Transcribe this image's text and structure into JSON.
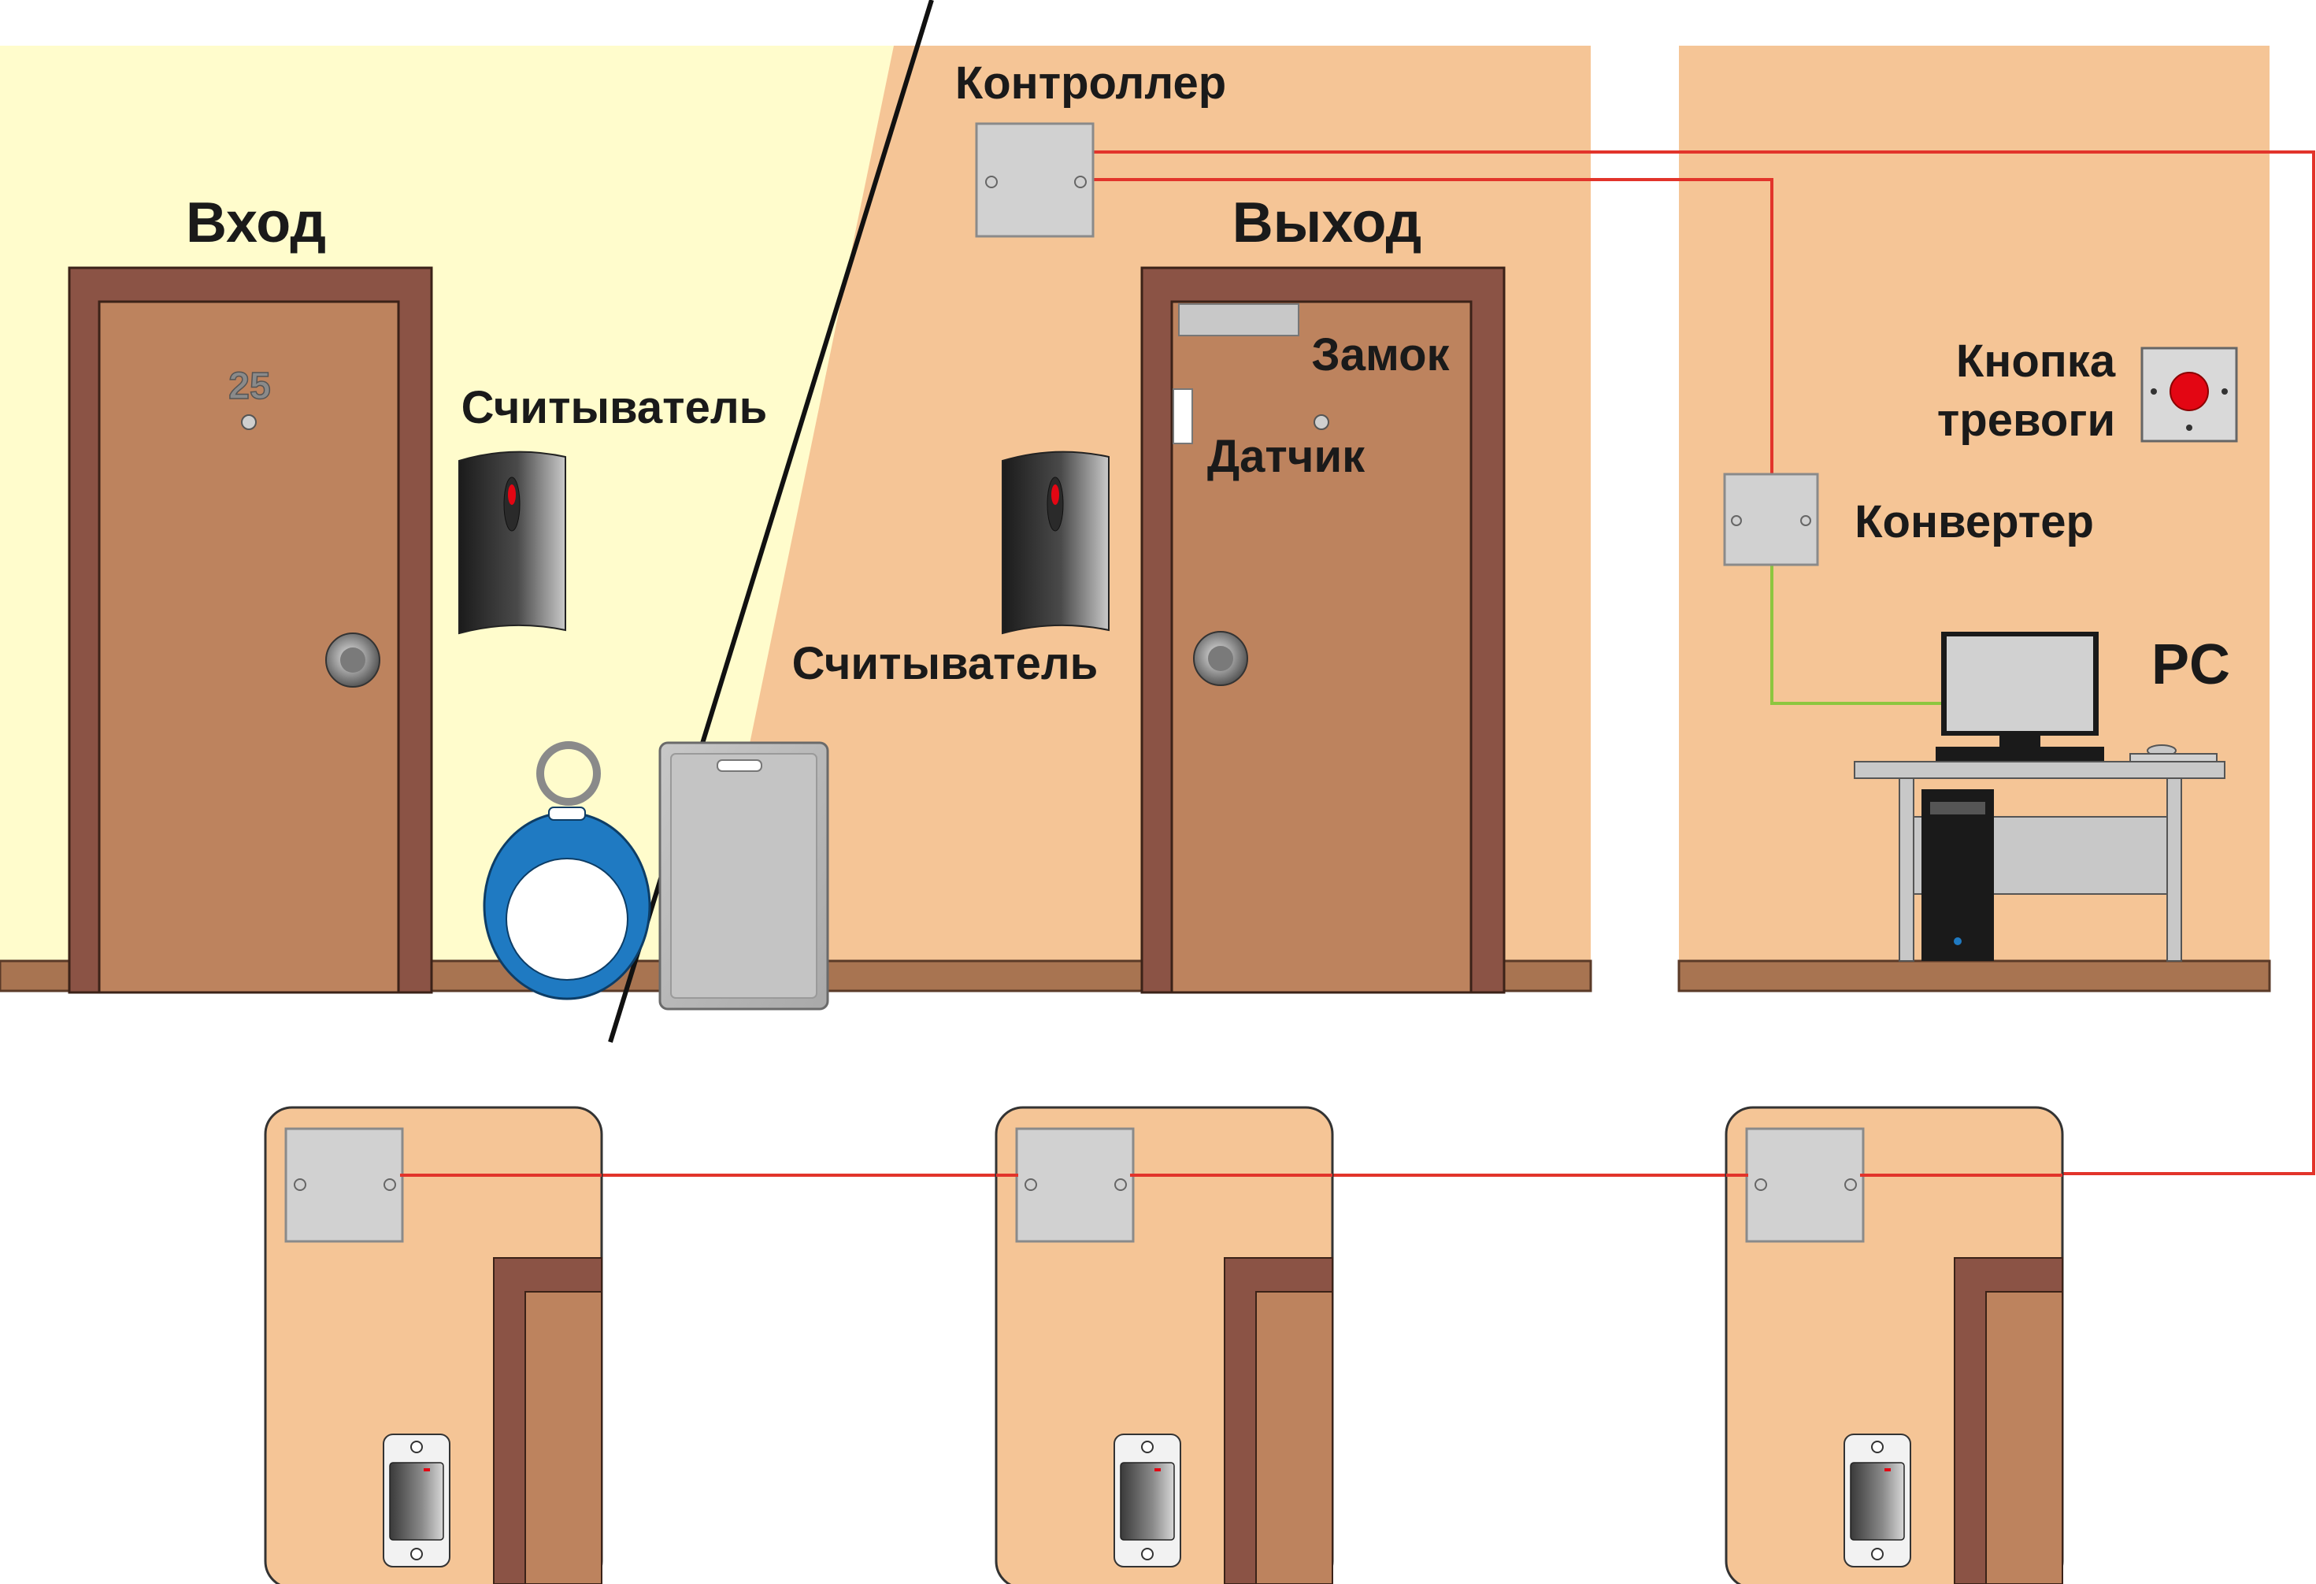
{
  "labels": {
    "entrance": "Вход",
    "exit": "Выход",
    "controller": "Контроллер",
    "reader_left": "Считыватель",
    "reader_right": "Считыватель",
    "lock": "Замок",
    "sensor": "Датчик",
    "alarm_line1": "Кнопка",
    "alarm_line2": "тревоги",
    "converter": "Конвертер",
    "pc": "PC",
    "door_number": "25"
  },
  "icons": {
    "keyfob": "rfid-keyfob-icon",
    "card": "rfid-card-icon",
    "reader": "card-reader-icon",
    "alarm_button": "alarm-button-icon",
    "computer": "computer-icon",
    "controller": "controller-box-icon"
  },
  "colors": {
    "outside_wall": "#fffccc",
    "inside_wall": "#f5c596",
    "door_frame": "#8b5345",
    "door_leaf": "#bd835e",
    "wire_red": "#e2342b",
    "wire_green": "#8dc63f",
    "device_grey": "#d1d1d1",
    "alarm_red": "#e30613",
    "keyfob_blue": "#1f7ac2"
  }
}
